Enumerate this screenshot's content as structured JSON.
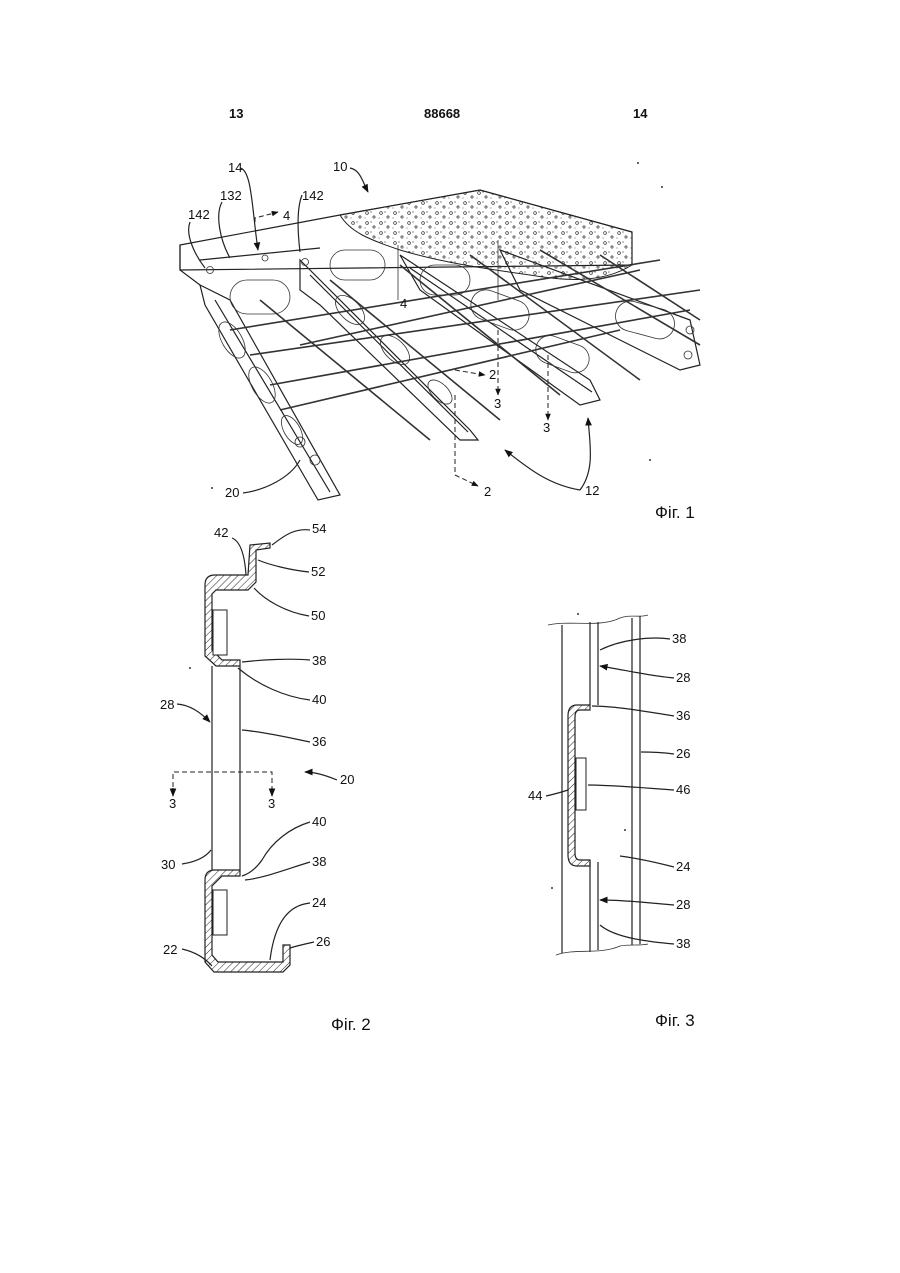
{
  "header": {
    "left_page": "13",
    "patent_number": "88668",
    "right_page": "14"
  },
  "figures": {
    "fig1": {
      "caption": "Фіг. 1",
      "labels": [
        "10",
        "14",
        "132",
        "142",
        "142",
        "4",
        "4",
        "2",
        "3",
        "3",
        "20",
        "2",
        "12"
      ]
    },
    "fig2": {
      "caption": "Фіг. 2",
      "labels": [
        "42",
        "54",
        "52",
        "50",
        "38",
        "40",
        "28",
        "36",
        "20",
        "3",
        "3",
        "40",
        "30",
        "38",
        "24",
        "22",
        "26"
      ]
    },
    "fig3": {
      "caption": "Фіг. 3",
      "labels": [
        "38",
        "28",
        "36",
        "26",
        "44",
        "46",
        "24",
        "28",
        "38"
      ]
    }
  }
}
